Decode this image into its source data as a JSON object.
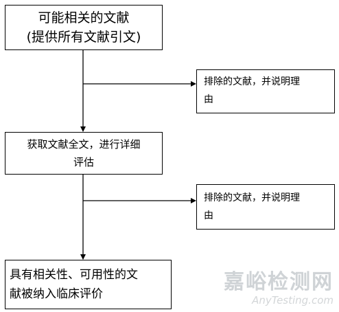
{
  "flow": {
    "step1": {
      "lines": [
        "可能相关的文献",
        "(提供所有文献引文)"
      ]
    },
    "step2": {
      "lines": [
        "获取文献全文，进行详细",
        "评估"
      ]
    },
    "step3": {
      "lines": [
        "具有相关性、可用性的文",
        "献被纳入临床评价"
      ]
    }
  },
  "exclusions": [
    {
      "lines": [
        "排除的文献，并说明理",
        "由"
      ]
    },
    {
      "lines": [
        "排除的文献，并说明理",
        "由"
      ]
    }
  ],
  "watermark": {
    "chinese": "嘉峪检测网",
    "english": "AnyTesting.com"
  }
}
